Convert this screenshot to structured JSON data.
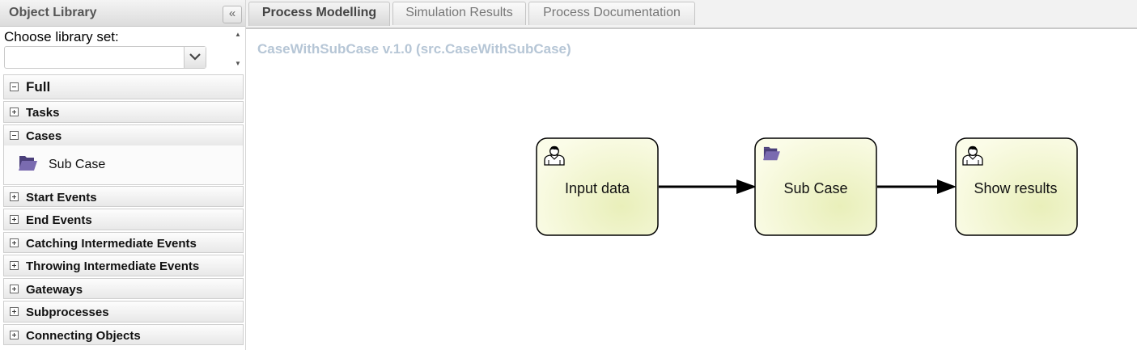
{
  "sidebar": {
    "title": "Object Library",
    "collapse_glyph": "«",
    "library_set_label": "Choose library set:",
    "library_set_value": "",
    "sections": [
      {
        "label": "Full",
        "expanded": true
      },
      {
        "label": "Tasks",
        "expanded": false
      },
      {
        "label": "Cases",
        "expanded": true
      },
      {
        "label": "Start Events",
        "expanded": false
      },
      {
        "label": "End Events",
        "expanded": false
      },
      {
        "label": "Catching Intermediate Events",
        "expanded": false
      },
      {
        "label": "Throwing Intermediate Events",
        "expanded": false
      },
      {
        "label": "Gateways",
        "expanded": false
      },
      {
        "label": "Subprocesses",
        "expanded": false
      },
      {
        "label": "Connecting Objects",
        "expanded": false
      }
    ],
    "cases_items": [
      {
        "label": "Sub Case",
        "icon": "folder-icon"
      }
    ]
  },
  "tabs": [
    {
      "label": "Process Modelling",
      "active": true
    },
    {
      "label": "Simulation Results",
      "active": false
    },
    {
      "label": "Process Documentation",
      "active": false
    }
  ],
  "canvas": {
    "process_title": "CaseWithSubCase v.1.0 (src.CaseWithSubCase)",
    "nodes": [
      {
        "label": "Input data",
        "icon": "user-icon"
      },
      {
        "label": "Sub Case",
        "icon": "folder-icon"
      },
      {
        "label": "Show results",
        "icon": "user-icon"
      }
    ]
  },
  "colors": {
    "task_fill": "#f2f5cc",
    "task_border": "#000000",
    "folder": "#6b5c9c",
    "process_title": "#b6c6d6"
  }
}
